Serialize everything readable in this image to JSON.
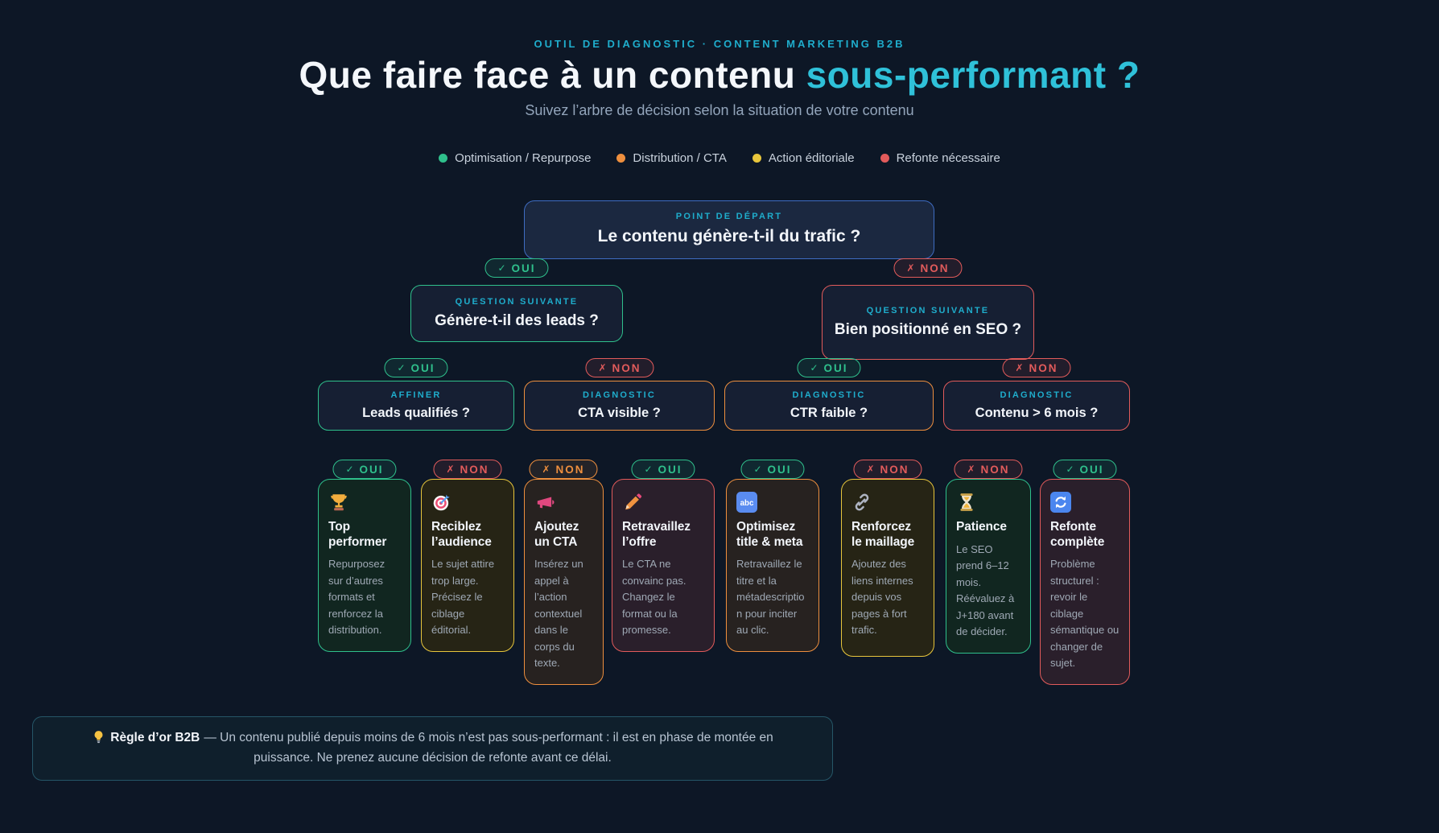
{
  "colors": {
    "background": "#0d1726",
    "accent_teal": "#2fc1d9",
    "green": "#2fc08c",
    "orange": "#ee8f3e",
    "yellow": "#e8c63c",
    "red": "#e25b5b",
    "blue": "#3e6cc2"
  },
  "header": {
    "eyebrow": "OUTIL DE DIAGNOSTIC · CONTENT MARKETING B2B",
    "title_main": "Que faire face à un contenu ",
    "title_accent": "sous-performant ?",
    "subtitle": "Suivez l’arbre de décision selon la situation de votre contenu"
  },
  "legend": {
    "items": [
      {
        "label": "Optimisation / Repurpose",
        "variant": "green"
      },
      {
        "label": "Distribution / CTA",
        "variant": "orange"
      },
      {
        "label": "Action éditoriale",
        "variant": "yellow"
      },
      {
        "label": "Refonte nécessaire",
        "variant": "red"
      }
    ]
  },
  "tree": {
    "root": {
      "label": "POINT DE DÉPART",
      "question": "Le contenu génère-t-il du trafic ?",
      "variant": "blue"
    },
    "level2": [
      {
        "label": "QUESTION SUIVANTE",
        "question": "Génère-t-il des leads ?",
        "variant": "green"
      },
      {
        "label": "QUESTION SUIVANTE",
        "question": "Bien positionné en SEO ?",
        "variant": "red"
      }
    ],
    "level3": [
      {
        "label": "AFFINER",
        "question": "Leads qualifiés ?",
        "variant": "green"
      },
      {
        "label": "DIAGNOSTIC",
        "question": "CTA visible ?",
        "variant": "orange"
      },
      {
        "label": "DIAGNOSTIC",
        "question": "CTR faible ?",
        "variant": "orange"
      },
      {
        "label": "DIAGNOSTIC",
        "question": "Contenu > 6 mois ?",
        "variant": "red"
      }
    ],
    "badges": {
      "row1": [
        {
          "glyph": "✓",
          "label": "OUI",
          "variant": "green"
        },
        {
          "glyph": "✗",
          "label": "NON",
          "variant": "red"
        }
      ],
      "row2": [
        {
          "glyph": "✓",
          "label": "OUI",
          "variant": "green"
        },
        {
          "glyph": "✗",
          "label": "NON",
          "variant": "red"
        },
        {
          "glyph": "✓",
          "label": "OUI",
          "variant": "green"
        },
        {
          "glyph": "✗",
          "label": "NON",
          "variant": "red"
        }
      ],
      "row3": [
        {
          "glyph": "✓",
          "label": "OUI",
          "variant": "green"
        },
        {
          "glyph": "✗",
          "label": "NON",
          "variant": "red"
        },
        {
          "glyph": "✗",
          "label": "NON",
          "variant": "orange"
        },
        {
          "glyph": "✓",
          "label": "OUI",
          "variant": "green"
        },
        {
          "glyph": "✓",
          "label": "OUI",
          "variant": "green"
        },
        {
          "glyph": "✗",
          "label": "NON",
          "variant": "red"
        },
        {
          "glyph": "✗",
          "label": "NON",
          "variant": "red"
        },
        {
          "glyph": "✓",
          "label": "OUI",
          "variant": "green"
        }
      ]
    },
    "cards": [
      {
        "icon": "trophy-icon",
        "title": "Top performer",
        "text": "Repurposez sur d’autres formats et renforcez la distribution.",
        "variant": "green"
      },
      {
        "icon": "target-icon",
        "title": "Reciblez l’audience",
        "text": "Le sujet attire trop large. Précisez le ciblage éditorial.",
        "variant": "yellow"
      },
      {
        "icon": "megaphone-icon",
        "title": "Ajoutez un CTA",
        "text": "Insérez un appel à l’action contextuel dans le corps du texte.",
        "variant": "orange"
      },
      {
        "icon": "pencil-icon",
        "title": "Retravaillez l’offre",
        "text": "Le CTA ne convainc pas. Changez le format ou la promesse.",
        "variant": "red"
      },
      {
        "icon": "abc-icon",
        "title": "Optimisez title & meta",
        "text": "Retravaillez le titre et la métadescription pour inciter au clic.",
        "variant": "orange"
      },
      {
        "icon": "link-icon",
        "title": "Renforcez le maillage",
        "text": "Ajoutez des liens internes depuis vos pages à fort trafic.",
        "variant": "yellow"
      },
      {
        "icon": "hourglass-icon",
        "title": "Patience",
        "text": "Le SEO prend 6–12 mois. Réévaluez à J+180 avant de décider.",
        "variant": "green"
      },
      {
        "icon": "refresh-icon",
        "title": "Refonte complète",
        "text": "Problème structurel : revoir le ciblage sémantique ou changer de sujet.",
        "variant": "red"
      }
    ]
  },
  "rule": {
    "title": "Règle d’or B2B",
    "text": "— Un contenu publié depuis moins de 6 mois n’est pas sous-performant : il est en phase de montée en puissance. Ne prenez aucune décision de refonte avant ce délai."
  }
}
